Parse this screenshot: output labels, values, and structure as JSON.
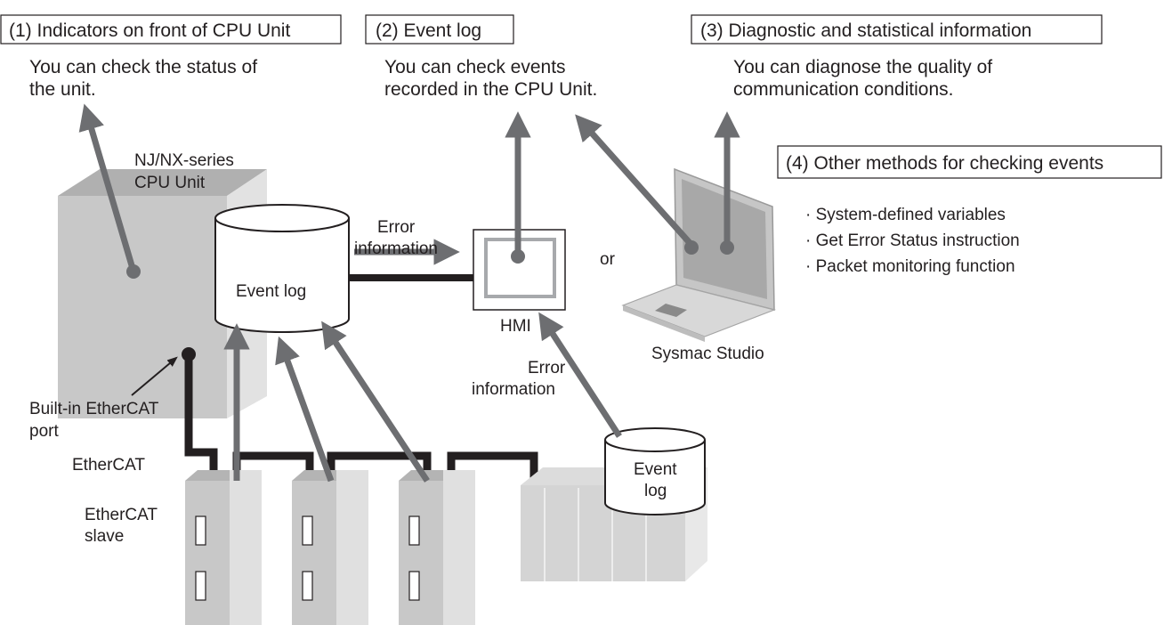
{
  "sections": {
    "indicators": {
      "title": "(1) Indicators on front of CPU Unit",
      "description": [
        "You can check the status of",
        "the unit."
      ]
    },
    "event_log": {
      "title": "(2) Event log",
      "description": [
        "You can check events",
        "recorded in the CPU Unit."
      ]
    },
    "diagnostics": {
      "title": "(3) Diagnostic and statistical information",
      "description": [
        "You can diagnose the quality of",
        "communication conditions."
      ]
    },
    "other_methods": {
      "title": "(4) Other methods for checking events",
      "items": [
        "· System-defined variables",
        "· Get Error Status instruction",
        "· Packet monitoring function"
      ]
    }
  },
  "labels": {
    "cpu_unit": [
      "NJ/NX-series",
      "CPU Unit"
    ],
    "error_info_top": [
      "Error",
      "information"
    ],
    "error_info_bottom": [
      "Error",
      "information"
    ],
    "event_log_cpu": "Event log",
    "event_log_device": [
      "Event",
      "log"
    ],
    "hmi": "HMI",
    "or": "or",
    "sysmac_studio": "Sysmac Studio",
    "builtin_port": [
      "Built-in EtherCAT",
      "port"
    ],
    "ethercat": "EtherCAT",
    "ethercat_slave": [
      "EtherCAT",
      "slave"
    ]
  },
  "colors": {
    "arrow_gray": "#6d6e71",
    "cable_black": "#231f20",
    "cube_front": "#c8c8c8",
    "cube_top": "#b0b0b0",
    "cube_side": "#e2e2e2",
    "slave_light": "#d4d4d4"
  }
}
